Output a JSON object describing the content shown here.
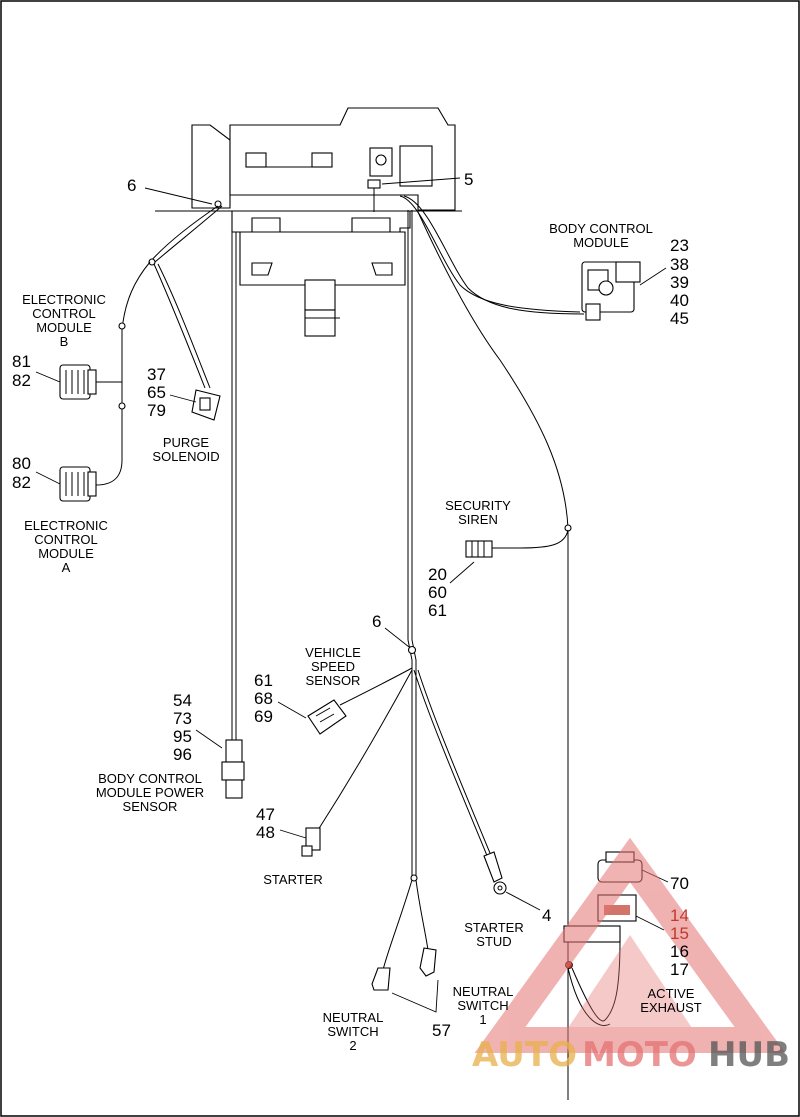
{
  "labels": {
    "body_control_module": [
      "BODY CONTROL",
      "MODULE"
    ],
    "ecm_b": [
      "ELECTRONIC",
      "CONTROL",
      "MODULE",
      "B"
    ],
    "ecm_a": [
      "ELECTRONIC",
      "CONTROL",
      "MODULE",
      "A"
    ],
    "purge_solenoid": [
      "PURGE",
      "SOLENOID"
    ],
    "security_siren": [
      "SECURITY",
      "SIREN"
    ],
    "vehicle_speed_sensor": [
      "VEHICLE",
      "SPEED",
      "SENSOR"
    ],
    "bcm_power_sensor": [
      "BODY CONTROL",
      "MODULE POWER",
      "SENSOR"
    ],
    "starter": [
      "STARTER"
    ],
    "starter_stud": [
      "STARTER",
      "STUD"
    ],
    "neutral_switch_1": [
      "NEUTRAL",
      "SWITCH",
      "1"
    ],
    "neutral_switch_2": [
      "NEUTRAL",
      "SWITCH",
      "2"
    ],
    "active_exhaust": [
      "ACTIVE",
      "EXHAUST"
    ]
  },
  "callouts": {
    "c6_top": "6",
    "c5": "5",
    "bcm": [
      "23",
      "38",
      "39",
      "40",
      "45"
    ],
    "ecm_b": [
      "81",
      "82"
    ],
    "purge": [
      "37",
      "65",
      "79"
    ],
    "ecm_a": [
      "80",
      "82"
    ],
    "siren": [
      "20",
      "60",
      "61"
    ],
    "c6_mid": "6",
    "vss": [
      "61",
      "68",
      "69"
    ],
    "bcm_power": [
      "54",
      "73",
      "95",
      "96"
    ],
    "starter": [
      "47",
      "48"
    ],
    "starter_stud": "4",
    "neutral": "57",
    "active_exhaust_top": "70",
    "active_exhaust": [
      "14",
      "15",
      "16",
      "17"
    ]
  },
  "watermark": {
    "part1": "AUTO",
    "part2": "MOTO",
    "part3": "HUB",
    "color_primary": "#e8b04a",
    "color_secondary": "#e57373",
    "color_tertiary": "#555555"
  }
}
